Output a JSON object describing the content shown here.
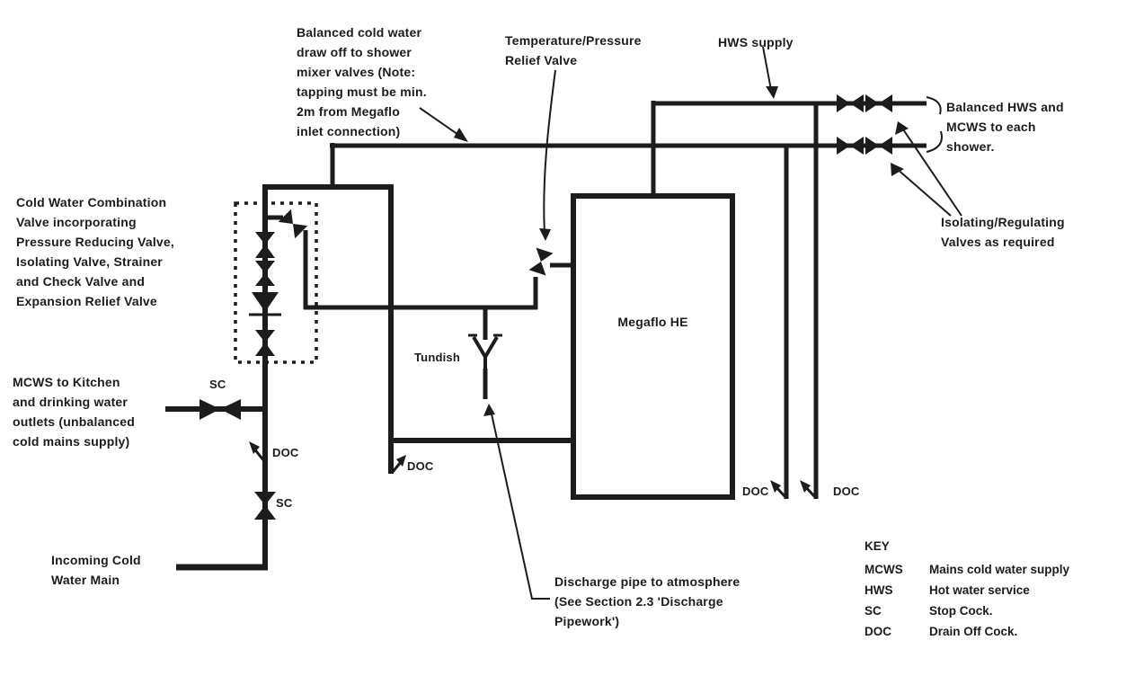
{
  "diagram": {
    "labels": {
      "balanced_cold": "Balanced cold water\ndraw off to shower\nmixer valves (Note:\ntapping must be min.\n2m from Megaflo\ninlet connection)",
      "tp_relief": "Temperature/Pressure\nRelief Valve",
      "hws_supply": "HWS supply",
      "balanced_hws": "Balanced HWS and\nMCWS to each\nshower.",
      "isolating": "Isolating/Regulating\nValves as required",
      "combo_valve": "Cold Water Combination\nValve incorporating\nPressure Reducing Valve,\nIsolating Valve, Strainer\nand Check Valve and\nExpansion Relief Valve",
      "mcws_kitchen": "MCWS to Kitchen\nand drinking water\noutlets (unbalanced\ncold mains supply)",
      "incoming_main": "Incoming Cold\nWater Main",
      "tundish": "Tundish",
      "megaflo": "Megaflo HE",
      "discharge": "Discharge pipe to atmosphere\n(See Section 2.3 'Discharge\nPipework')",
      "sc_branch": "SC",
      "doc_riser": "DOC",
      "sc_riser": "SC",
      "doc_coldfeed": "DOC",
      "doc_shower_cold": "DOC",
      "doc_shower_hws": "DOC"
    },
    "key": {
      "title": "KEY",
      "entries": [
        {
          "abbr": "MCWS",
          "meaning": "Mains cold water supply"
        },
        {
          "abbr": "HWS",
          "meaning": "Hot water service"
        },
        {
          "abbr": "SC",
          "meaning": "Stop Cock."
        },
        {
          "abbr": "DOC",
          "meaning": "Drain Off Cock."
        }
      ]
    },
    "colors": {
      "line": "#1c1c1c",
      "background": "#ffffff"
    }
  }
}
